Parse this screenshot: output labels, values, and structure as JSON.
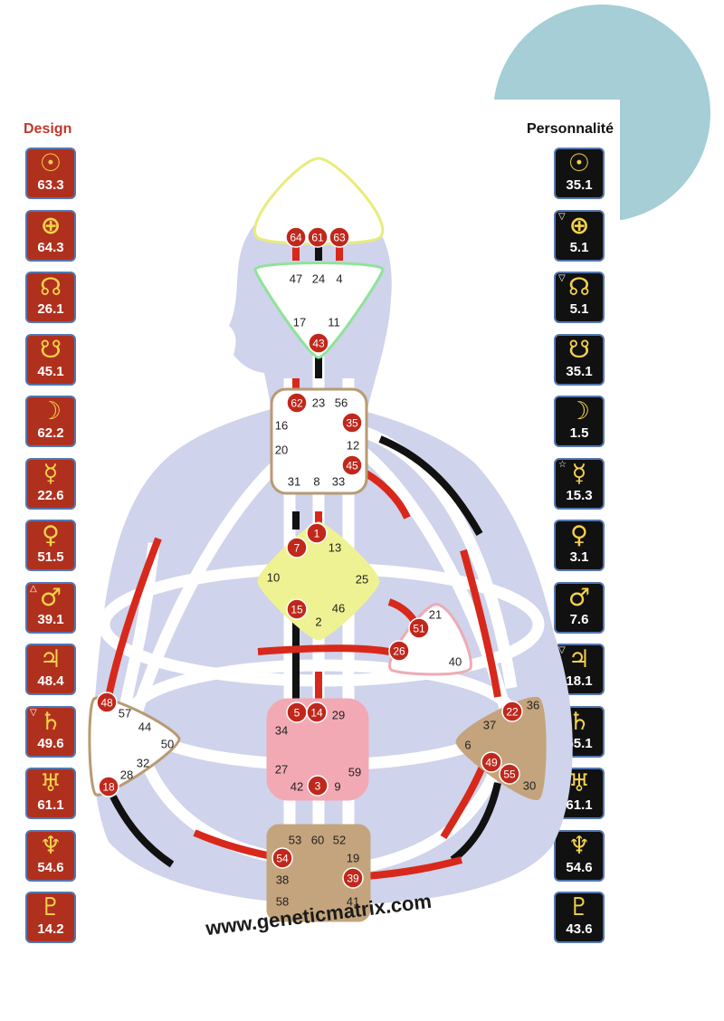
{
  "header": {
    "design_title": "Design",
    "personality_title": "Personnalité"
  },
  "colors": {
    "design_red": "#b0301e",
    "personality_black": "#111111",
    "symbol_gold": "#f3d24a",
    "silhouette": "#cfd3eb",
    "accent_circle": "#a5ced6"
  },
  "design_planets": [
    {
      "icon": "sun-icon",
      "symbol": "☉",
      "value": "63.3",
      "mark": ""
    },
    {
      "icon": "earth-icon",
      "symbol": "⊕",
      "value": "64.3",
      "mark": ""
    },
    {
      "icon": "north-node-icon",
      "symbol": "☊",
      "value": "26.1",
      "mark": ""
    },
    {
      "icon": "south-node-icon",
      "symbol": "☋",
      "value": "45.1",
      "mark": ""
    },
    {
      "icon": "moon-icon",
      "symbol": "☽",
      "value": "62.2",
      "mark": ""
    },
    {
      "icon": "mercury-icon",
      "symbol": "☿",
      "value": "22.6",
      "mark": ""
    },
    {
      "icon": "venus-icon",
      "symbol": "♀",
      "value": "51.5",
      "mark": ""
    },
    {
      "icon": "mars-icon",
      "symbol": "♂",
      "value": "39.1",
      "mark": "△"
    },
    {
      "icon": "jupiter-icon",
      "symbol": "♃",
      "value": "48.4",
      "mark": ""
    },
    {
      "icon": "saturn-icon",
      "symbol": "♄",
      "value": "49.6",
      "mark": "▽"
    },
    {
      "icon": "uranus-icon",
      "symbol": "♅",
      "value": "61.1",
      "mark": ""
    },
    {
      "icon": "neptune-icon",
      "symbol": "♆",
      "value": "54.6",
      "mark": ""
    },
    {
      "icon": "pluto-icon",
      "symbol": "♇",
      "value": "14.2",
      "mark": ""
    }
  ],
  "personality_planets": [
    {
      "icon": "sun-icon",
      "symbol": "☉",
      "value": "35.1",
      "mark": ""
    },
    {
      "icon": "earth-icon",
      "symbol": "⊕",
      "value": "5.1",
      "mark": "▽"
    },
    {
      "icon": "north-node-icon",
      "symbol": "☊",
      "value": "5.1",
      "mark": "▽"
    },
    {
      "icon": "south-node-icon",
      "symbol": "☋",
      "value": "35.1",
      "mark": ""
    },
    {
      "icon": "moon-icon",
      "symbol": "☽",
      "value": "1.5",
      "mark": ""
    },
    {
      "icon": "mercury-icon",
      "symbol": "☿",
      "value": "15.3",
      "mark": "☆"
    },
    {
      "icon": "venus-icon",
      "symbol": "♀",
      "value": "3.1",
      "mark": ""
    },
    {
      "icon": "mars-icon",
      "symbol": "♂",
      "value": "7.6",
      "mark": ""
    },
    {
      "icon": "jupiter-icon",
      "symbol": "♃",
      "value": "18.1",
      "mark": "▽"
    },
    {
      "icon": "saturn-icon",
      "symbol": "♄",
      "value": "55.1",
      "mark": ""
    },
    {
      "icon": "uranus-icon",
      "symbol": "♅",
      "value": "61.1",
      "mark": ""
    },
    {
      "icon": "neptune-icon",
      "symbol": "♆",
      "value": "54.6",
      "mark": ""
    },
    {
      "icon": "pluto-icon",
      "symbol": "♇",
      "value": "43.6",
      "mark": ""
    }
  ],
  "centers": [
    {
      "name": "head",
      "fill": "#ffffff",
      "stroke": "#e8ec7a",
      "gates": [
        {
          "g": "64",
          "active": true
        },
        {
          "g": "61",
          "active": true
        },
        {
          "g": "63",
          "active": true
        }
      ]
    },
    {
      "name": "ajna",
      "fill": "#ffffff",
      "stroke": "#8fe39a",
      "gates": [
        {
          "g": "47",
          "active": false
        },
        {
          "g": "24",
          "active": false
        },
        {
          "g": "4",
          "active": false
        },
        {
          "g": "17",
          "active": false
        },
        {
          "g": "11",
          "active": false
        },
        {
          "g": "43",
          "active": true
        }
      ]
    },
    {
      "name": "throat",
      "fill": "#ffffff",
      "stroke": "#b89a72",
      "gates": [
        {
          "g": "62",
          "active": true
        },
        {
          "g": "23",
          "active": false
        },
        {
          "g": "56",
          "active": false
        },
        {
          "g": "16",
          "active": false
        },
        {
          "g": "35",
          "active": true
        },
        {
          "g": "20",
          "active": false
        },
        {
          "g": "12",
          "active": false
        },
        {
          "g": "45",
          "active": true
        },
        {
          "g": "31",
          "active": false
        },
        {
          "g": "8",
          "active": false
        },
        {
          "g": "33",
          "active": false
        }
      ]
    },
    {
      "name": "g-center",
      "fill": "#eef292",
      "stroke": "#eef292",
      "gates": [
        {
          "g": "1",
          "active": true
        },
        {
          "g": "7",
          "active": true
        },
        {
          "g": "13",
          "active": false
        },
        {
          "g": "10",
          "active": false
        },
        {
          "g": "25",
          "active": false
        },
        {
          "g": "15",
          "active": true
        },
        {
          "g": "46",
          "active": false
        },
        {
          "g": "2",
          "active": false
        }
      ]
    },
    {
      "name": "heart",
      "fill": "#ffffff",
      "stroke": "#efaab3",
      "gates": [
        {
          "g": "21",
          "active": false
        },
        {
          "g": "51",
          "active": true
        },
        {
          "g": "26",
          "active": true
        },
        {
          "g": "40",
          "active": false
        }
      ]
    },
    {
      "name": "spleen",
      "fill": "#ffffff",
      "stroke": "#b89a72",
      "gates": [
        {
          "g": "48",
          "active": true
        },
        {
          "g": "57",
          "active": false
        },
        {
          "g": "44",
          "active": false
        },
        {
          "g": "50",
          "active": false
        },
        {
          "g": "32",
          "active": false
        },
        {
          "g": "28",
          "active": false
        },
        {
          "g": "18",
          "active": true
        }
      ]
    },
    {
      "name": "sacral",
      "fill": "#f3a9b4",
      "stroke": "#f3a9b4",
      "gates": [
        {
          "g": "5",
          "active": true
        },
        {
          "g": "14",
          "active": true
        },
        {
          "g": "29",
          "active": false
        },
        {
          "g": "34",
          "active": false
        },
        {
          "g": "27",
          "active": false
        },
        {
          "g": "59",
          "active": false
        },
        {
          "g": "42",
          "active": false
        },
        {
          "g": "3",
          "active": true
        },
        {
          "g": "9",
          "active": false
        }
      ]
    },
    {
      "name": "solar-plexus",
      "fill": "#c4a47c",
      "stroke": "#c4a47c",
      "gates": [
        {
          "g": "36",
          "active": false
        },
        {
          "g": "37",
          "active": false
        },
        {
          "g": "22",
          "active": true
        },
        {
          "g": "6",
          "active": false
        },
        {
          "g": "49",
          "active": true
        },
        {
          "g": "55",
          "active": true
        },
        {
          "g": "30",
          "active": false
        }
      ]
    },
    {
      "name": "root",
      "fill": "#c4a47c",
      "stroke": "#c4a47c",
      "gates": [
        {
          "g": "53",
          "active": false
        },
        {
          "g": "60",
          "active": false
        },
        {
          "g": "52",
          "active": false
        },
        {
          "g": "54",
          "active": true
        },
        {
          "g": "19",
          "active": false
        },
        {
          "g": "38",
          "active": false
        },
        {
          "g": "39",
          "active": true
        },
        {
          "g": "58",
          "active": false
        },
        {
          "g": "41",
          "active": false
        }
      ]
    }
  ],
  "website": "www.geneticmatrix.com"
}
